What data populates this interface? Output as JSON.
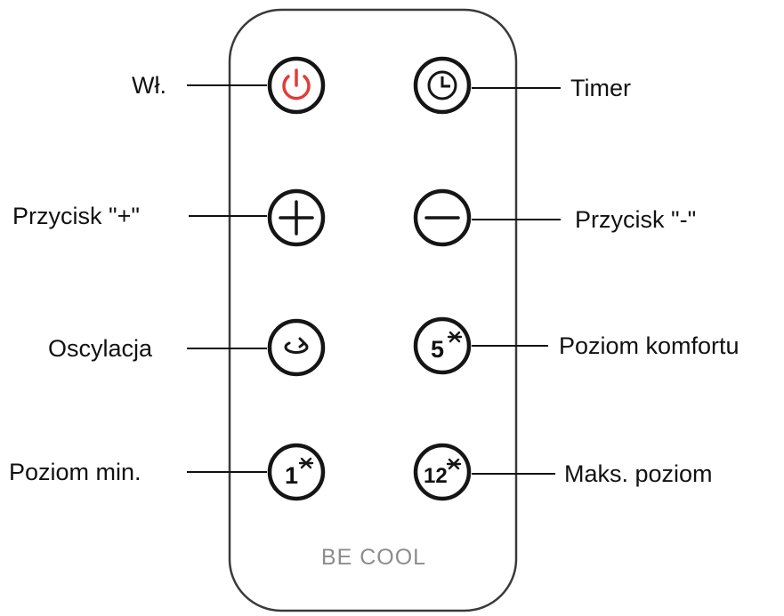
{
  "remote": {
    "brand": "BE COOL",
    "brand_color": "#8c8c8c",
    "body_outline_color": "#3a3a3a",
    "power_color": "#e33a3a"
  },
  "buttons": {
    "power": {
      "icon": "power-icon",
      "label": "Wł."
    },
    "timer": {
      "icon": "clock-icon",
      "label": "Timer"
    },
    "plus": {
      "icon": "plus-icon",
      "label": "Przycisk \"+\""
    },
    "minus": {
      "icon": "minus-icon",
      "label": "Przycisk \"-\""
    },
    "oscillation": {
      "icon": "oscillation-icon",
      "label": "Oscylacja"
    },
    "comfort": {
      "icon_text": "5",
      "icon": "snowflake-icon",
      "label": "Poziom komfortu"
    },
    "min": {
      "icon_text": "1",
      "icon": "snowflake-icon",
      "label": "Poziom min."
    },
    "max": {
      "icon_text": "12",
      "icon": "snowflake-icon",
      "label": "Maks. poziom"
    }
  }
}
